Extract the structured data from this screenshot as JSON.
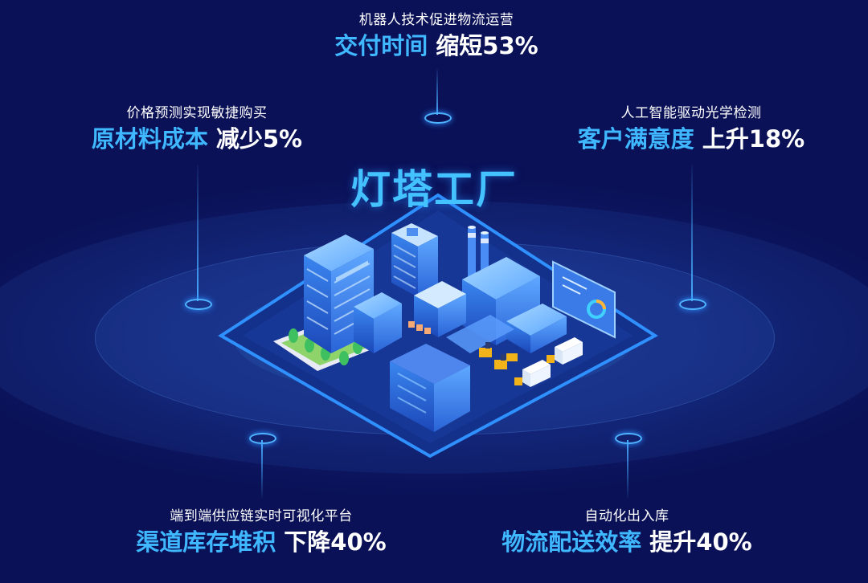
{
  "title": "灯塔工厂",
  "stats": [
    {
      "sub": "机器人技术促进物流运营",
      "highlight": "交付时间",
      "value": "缩短53%"
    },
    {
      "sub": "价格预测实现敏捷购买",
      "highlight": "原材料成本",
      "value": "减少5%"
    },
    {
      "sub": "人工智能驱动光学检测",
      "highlight": "客户满意度",
      "value": "上升18%"
    },
    {
      "sub": "端到端供应链实时可视化平台",
      "highlight": "渠道库存堆积",
      "value": "下降40%"
    },
    {
      "sub": "自动化出入库",
      "highlight": "物流配送效率",
      "value": "提升40%"
    }
  ],
  "colors": {
    "background": "#0a1157",
    "accent": "#3fb8ff",
    "text": "#ffffff"
  },
  "icons": [
    "factory-illustration",
    "office-building-icon",
    "tower-building-icon",
    "chimney-icon",
    "monitor-chart-icon",
    "truck-icon",
    "forklift-icon",
    "tree-icon"
  ]
}
